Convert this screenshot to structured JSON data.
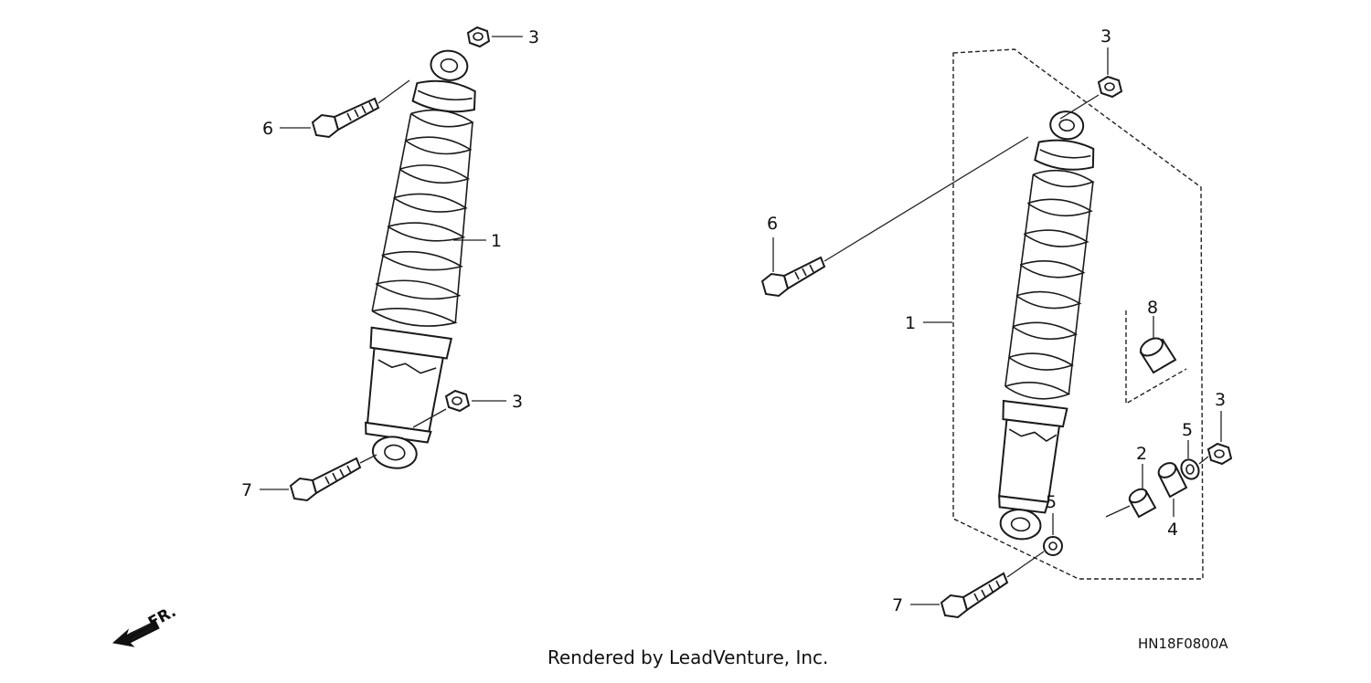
{
  "caption": "Rendered by LeadVenture, Inc.",
  "diagram_code": "HN18F0800A",
  "direction_label": "FR.",
  "callouts": {
    "left_top_nut": "3",
    "left_bolt_top": "6",
    "left_shock": "1",
    "left_bottom_nut": "3",
    "left_bolt_bottom": "7",
    "right_top_nut": "3",
    "right_bolt_top": "6",
    "right_shock": "1",
    "right_bushing": "8",
    "right_nut": "3",
    "right_washer_upper": "5",
    "right_collar": "2",
    "right_bush": "4",
    "right_washer_lower": "5",
    "right_bolt_bottom": "7"
  }
}
